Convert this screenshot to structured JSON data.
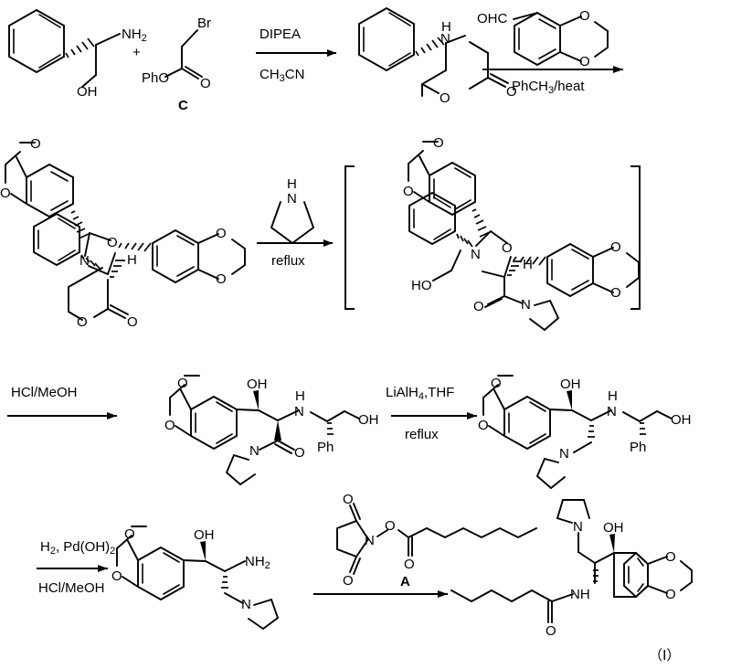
{
  "document": {
    "type": "chemical-reaction-scheme",
    "title": "Synthetic route to compound (I)",
    "final_product_label": "（Ⅰ）"
  },
  "atoms": {
    "NH2": "NH2",
    "NH2_sub": "2",
    "NH2_base": "NH",
    "OH": "OH",
    "HO": "HO",
    "O": "O",
    "N": "N",
    "H": "H",
    "NH": "NH",
    "Br": "Br",
    "Ph": "Ph",
    "PhO": "PhO",
    "OHC": "OHC"
  },
  "steps": [
    {
      "id": "step1",
      "reactants": [
        "(R)-2-phenylglycinol",
        "phenyl bromoacetate"
      ],
      "plus": "+",
      "reagent_label": "C",
      "conditions": {
        "above": "DIPEA",
        "below": "CH3CN",
        "below_parts": [
          "CH",
          "3",
          "CN"
        ]
      },
      "product": "(R)-5-phenylmorpholin-3-one"
    },
    {
      "id": "step2",
      "reagent_structure": "2,3-dihydro-1,4-benzodioxine-6-carbaldehyde",
      "reagent_prefix": "OHC",
      "conditions": {
        "above": "",
        "below": "PhCH3/heat",
        "below_parts": [
          "PhCH",
          "3",
          "/heat"
        ]
      },
      "product": "tricyclic oxazolo-morpholinone"
    },
    {
      "id": "step3",
      "reagent_structure": "pyrrolidine",
      "reagent_nh": "H",
      "reagent_n": "N",
      "conditions": {
        "above": "",
        "below": "reflux"
      },
      "product_bracketed": true,
      "product": "oxazolidine pyrrolidine amide intermediate"
    },
    {
      "id": "step4",
      "conditions": {
        "above": "HCl/MeOH",
        "below": ""
      },
      "product": "amino alcohol pyrrolidine amide"
    },
    {
      "id": "step5",
      "conditions": {
        "above": "LiAlH4,THF",
        "above_parts": [
          "LiAlH",
          "4",
          ",THF"
        ],
        "below": "reflux"
      },
      "product": "reduced amine diol"
    },
    {
      "id": "step6",
      "conditions": {
        "above": "H2, Pd(OH)2",
        "above_parts": [
          "H",
          "2",
          ", Pd(OH)",
          "2"
        ],
        "below": "HCl/MeOH"
      },
      "product": "free primary amine"
    },
    {
      "id": "step7",
      "reagent_structure": "N-hydroxysuccinimidyl octanoate",
      "reagent_label": "A",
      "conditions": {
        "above": "",
        "below": ""
      },
      "product": "octanamide final product (I)"
    }
  ],
  "colors": {
    "line": "#000000",
    "background": "#ffffff"
  }
}
